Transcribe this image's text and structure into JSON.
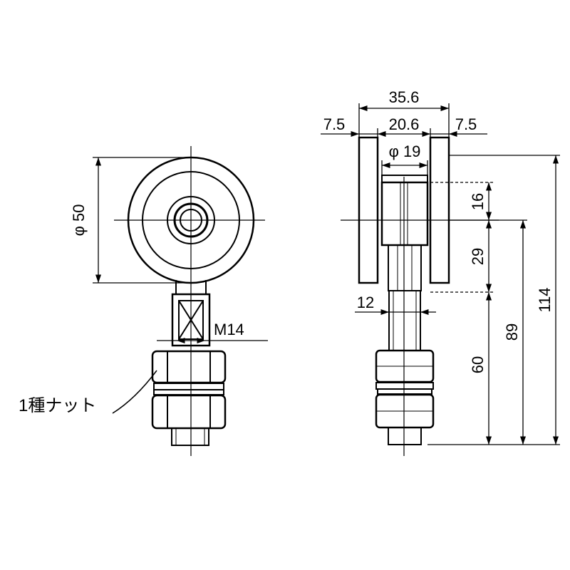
{
  "front_view": {
    "diameter_label": "φ 50",
    "thread_label": "M14",
    "nut_callout": "1種ナット"
  },
  "side_view": {
    "overall_width": "35.6",
    "left_offset": "7.5",
    "inner_width": "20.6",
    "right_offset": "7.5",
    "bore_diameter": "φ 19",
    "stud_width": "12",
    "dim_16": "16",
    "dim_29": "29",
    "dim_60": "60",
    "dim_89": "89",
    "dim_114": "114"
  }
}
